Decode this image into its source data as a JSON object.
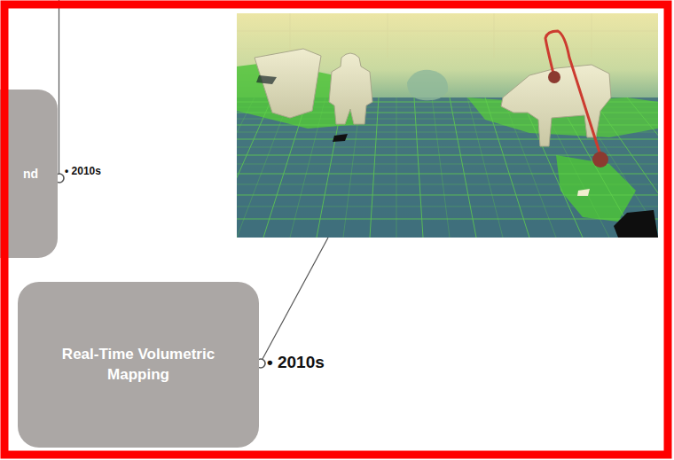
{
  "diagram": {
    "nodes": [
      {
        "text": [
          "nd"
        ]
      },
      {
        "text": [
          "Real-Time Volumetric Mapping"
        ]
      }
    ],
    "labels": [
      "• 2010s",
      "• 2010s"
    ]
  }
}
